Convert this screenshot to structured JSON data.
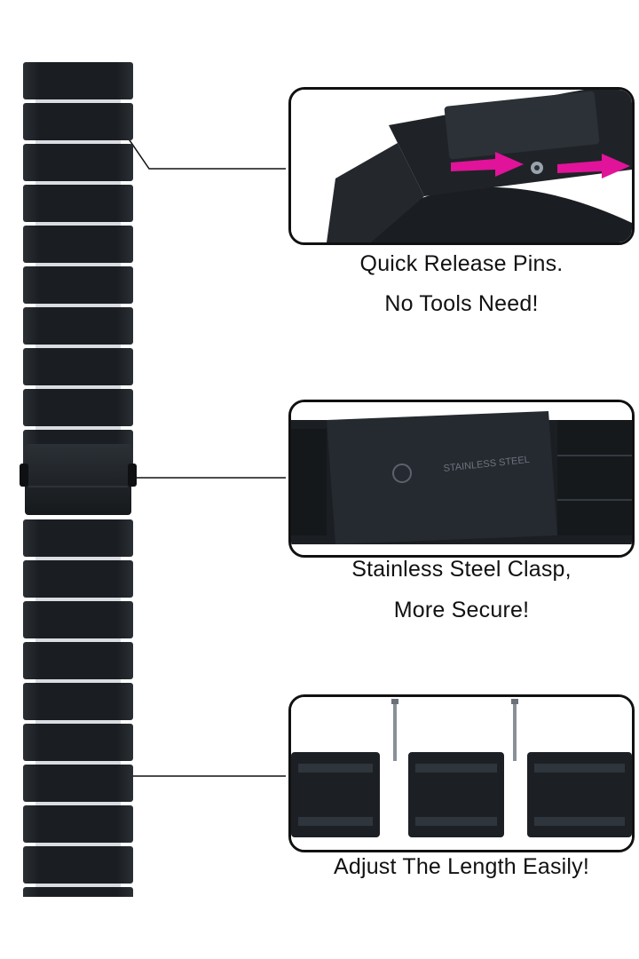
{
  "features": [
    {
      "caption_line1": "Quick Release Pins.",
      "caption_line2": "No Tools Need!"
    },
    {
      "caption_line1": "Stainless Steel Clasp,",
      "caption_line2": "More Secure!",
      "engraving": "STAINLESS STEEL"
    },
    {
      "caption_line1": "Adjust The Length Easily!"
    }
  ],
  "colors": {
    "band": "#1d2126",
    "band_light": "#3a4048",
    "accent_arrow": "#e0139a",
    "outline": "#111111"
  }
}
